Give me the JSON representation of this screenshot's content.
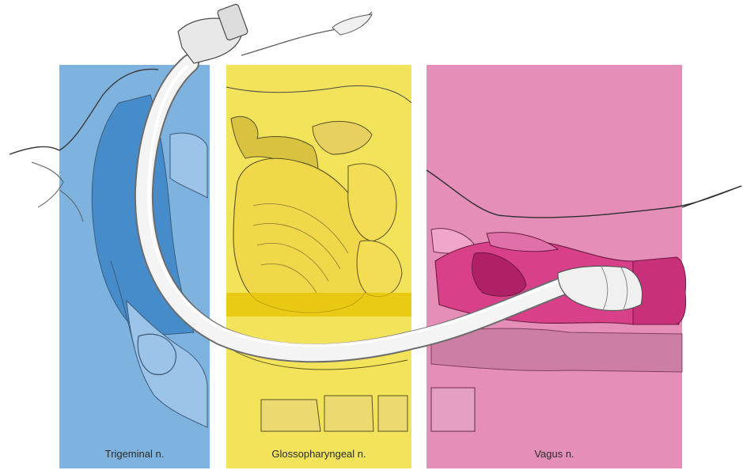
{
  "regions": {
    "trigeminal": {
      "label": "Trigeminal n.",
      "color": "#7fb3df"
    },
    "glossopharyngeal": {
      "label": "Glossopharyngeal n.",
      "color": "#f2e35a"
    },
    "vagus": {
      "label": "Vagus n.",
      "color": "#e58fb8"
    }
  },
  "colors": {
    "tube": "#f3f3f3",
    "outline": "#4a4a4a",
    "trigeminal_dark": "#3d86c8",
    "vagus_dark": "#c8307a",
    "glosso_dark": "#e6c300"
  }
}
